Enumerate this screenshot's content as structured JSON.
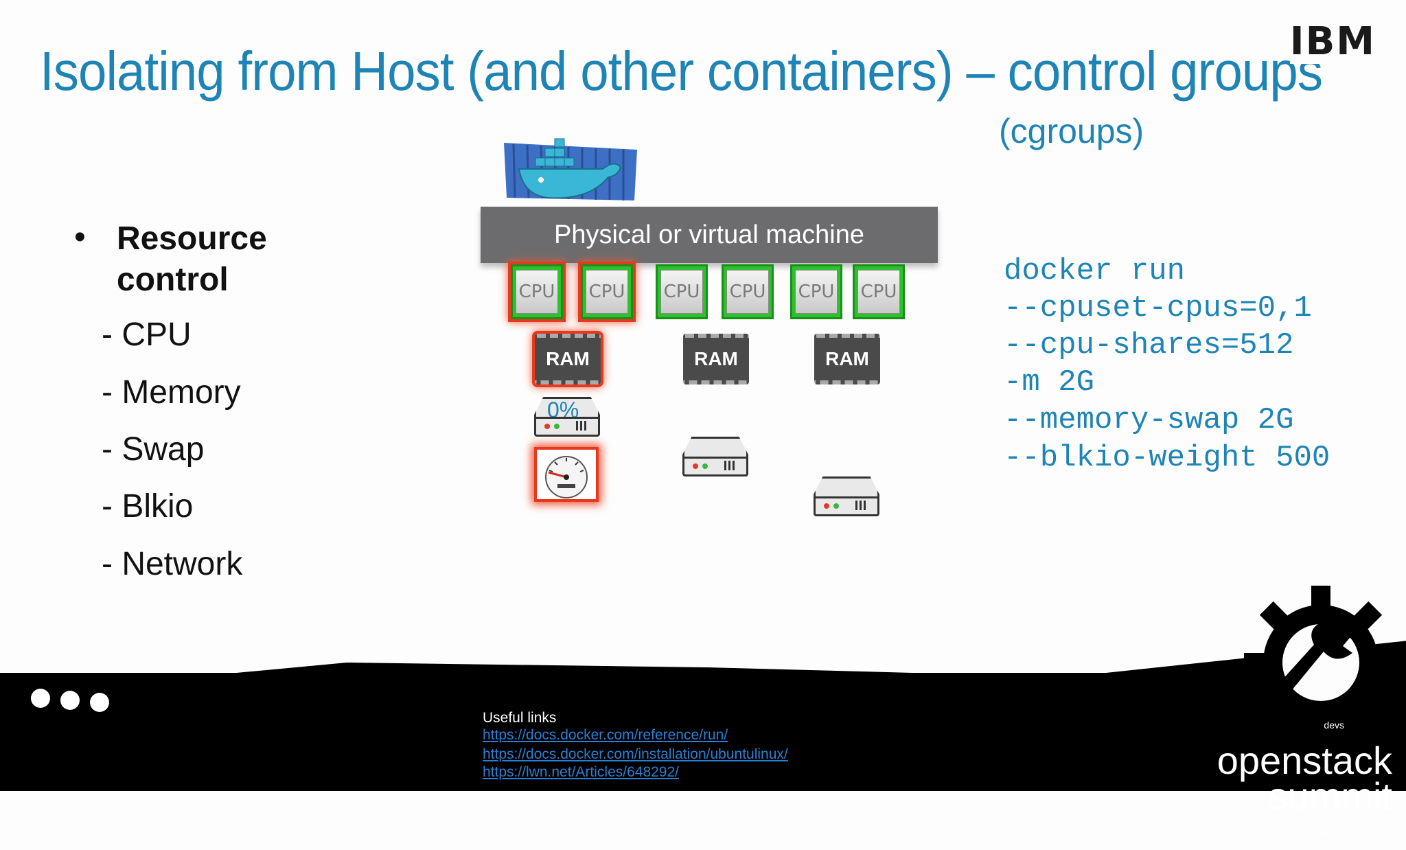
{
  "title": "Isolating from Host (and other containers) – control groups",
  "subtitle": "(cgroups)",
  "brand": "IBM",
  "bullet": {
    "marker": "•",
    "heading": "Resource control",
    "items": [
      "- CPU",
      "- Memory",
      "- Swap",
      "- Blkio",
      "- Network"
    ]
  },
  "diagram": {
    "machine_label": "Physical or virtual machine",
    "cpus": [
      "CPU",
      "CPU",
      "CPU",
      "CPU",
      "CPU",
      "CPU"
    ],
    "ram_labels": [
      "RAM",
      "RAM",
      "RAM"
    ],
    "disk_usage": "0%"
  },
  "code_lines": [
    "docker run",
    "--cpuset-cpus=0,1",
    "--cpu-shares=512",
    "-m 2G",
    "--memory-swap 2G",
    "--blkio-weight 500"
  ],
  "footer": {
    "links_title": "Useful links",
    "links": [
      "https://docs.docker.com/reference/run/",
      "https://docs.docker.com/installation/ubuntulinux/",
      "https://lwn.net/Articles/648292/"
    ],
    "logo_top": "devs",
    "logo_line1": "openstack",
    "logo_line2": "summit",
    "logo_bottom": "users"
  }
}
